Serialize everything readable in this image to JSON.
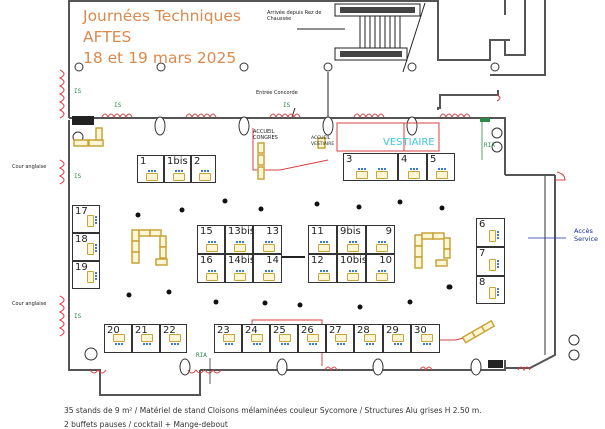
{
  "title": {
    "line1": "Journées Techniques",
    "line2": "AFTES",
    "line3": "18 et 19 mars 2025"
  },
  "labels": {
    "arrival": "Arrivée depuis Rez de Chaussée",
    "entrance": "Entrée Concorde",
    "accueil_congres": "ACCUEIL CONGRES",
    "accueil_vestiaire": "ACCUEIL VESTIAIRE",
    "vestiaire": "VESTIAIRE",
    "cour_anglaise_1": "Cour anglaise",
    "cour_anglaise_2": "Cour anglaise",
    "acces_service": "Accès Service",
    "ria_1": "RIA",
    "ria_2": "RIA",
    "is": "IS"
  },
  "stands": {
    "s1": "1",
    "s1bis": "1bis",
    "s2": "2",
    "s3": "3",
    "s4": "4",
    "s5": "5",
    "s6": "6",
    "s7": "7",
    "s8": "8",
    "s9": "9",
    "s9bis": "9bis",
    "s10": "10",
    "s10bis": "10bis",
    "s11": "11",
    "s12": "12",
    "s13": "13",
    "s13bis": "13bis",
    "s14": "14",
    "s14bis": "14bis",
    "s15": "15",
    "s16": "16",
    "s17": "17",
    "s18": "18",
    "s19": "19",
    "s20": "20",
    "s21": "21",
    "s22": "22",
    "s23": "23",
    "s24": "24",
    "s25": "25",
    "s26": "26",
    "s27": "27",
    "s28": "28",
    "s29": "29",
    "s30": "30"
  },
  "footer": {
    "line1": "35 stands de 9 m² / Matériel de stand Cloisons mélaminées couleur Sycomore / Structures Alu grises H 2.50 m.",
    "line2": "2 buffets pauses / cocktail + Mange-debout"
  },
  "colors": {
    "title": "#d98a4e",
    "wall": "#555555",
    "door": "#d94040",
    "accent_green": "#2b8a4a",
    "vestiaire": "#3cc8d8",
    "service": "#1a2fa0"
  }
}
